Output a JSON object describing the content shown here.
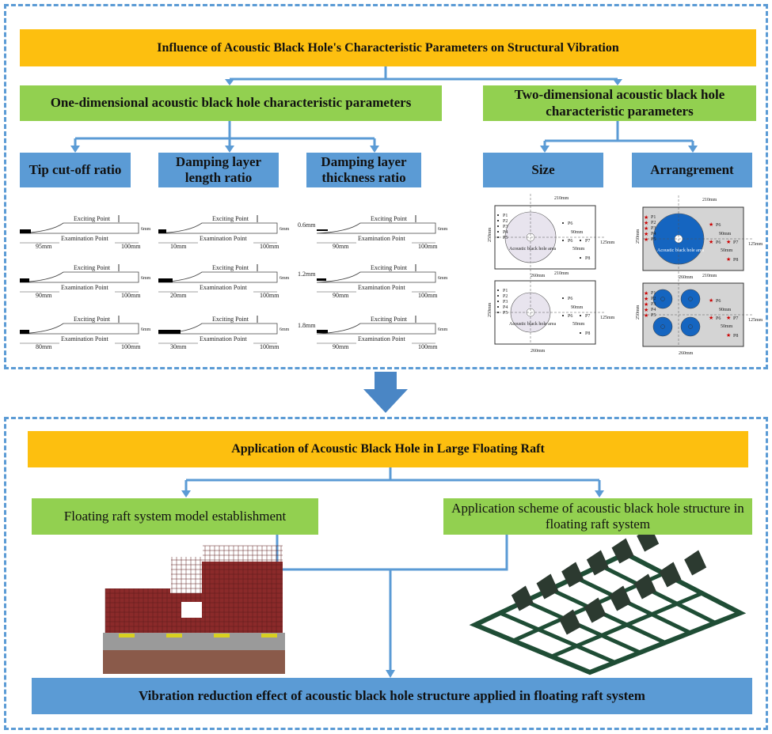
{
  "part1": {
    "title": "Influence of Acoustic Black Hole's Characteristic Parameters on Structural Vibration",
    "one_d": {
      "title": "One-dimensional acoustic black hole characteristic parameters",
      "params": [
        "Tip cut-off ratio",
        "Damping layer length ratio",
        "Damping layer thickness ratio"
      ],
      "diagrams": [
        {
          "left": "95mm",
          "thick": ""
        },
        {
          "left": "10mm",
          "thick": ""
        },
        {
          "left": "90mm",
          "thick": "0.6mm"
        },
        {
          "left": "90mm",
          "thick": ""
        },
        {
          "left": "20mm",
          "thick": ""
        },
        {
          "left": "90mm",
          "thick": "1.2mm"
        },
        {
          "left": "80mm",
          "thick": ""
        },
        {
          "left": "30mm",
          "thick": ""
        },
        {
          "left": "90mm",
          "thick": "1.8mm"
        }
      ],
      "labels": {
        "exciting": "Exciting Point",
        "examination": "Examination Point",
        "height": "6mm",
        "right": "100mm"
      }
    },
    "two_d": {
      "title": "Two-dimensional acoustic black hole characteristic parameters",
      "params": [
        "Size",
        "Arrangrement"
      ],
      "labels": {
        "top": "210mm",
        "bottom": "260mm",
        "side": "250mm",
        "mid": "90mm",
        "small": "50mm",
        "vert": "125mm",
        "area": "Acoustic black hole area",
        "points": [
          "P1",
          "P2",
          "P3",
          "P4",
          "P5",
          "P6",
          "P7",
          "P8"
        ]
      },
      "colors": {
        "size_fill": "#e8e4ee",
        "arr_fill": "#1565c0",
        "arr_bg": "#d4d4d4"
      }
    }
  },
  "part2": {
    "title": "Application of Acoustic Black Hole in Large Floating Raft",
    "left": "Floating raft system model establishment",
    "right": "Application scheme of acoustic black hole structure in floating raft system",
    "result": "Vibration reduction effect of acoustic black hole structure applied in floating raft system"
  },
  "colors": {
    "orange": "#fdbf0f",
    "green": "#92d050",
    "blue": "#5b9bd5",
    "mesh_red": "#8b2a2a",
    "raft_green": "#1f4d35"
  }
}
